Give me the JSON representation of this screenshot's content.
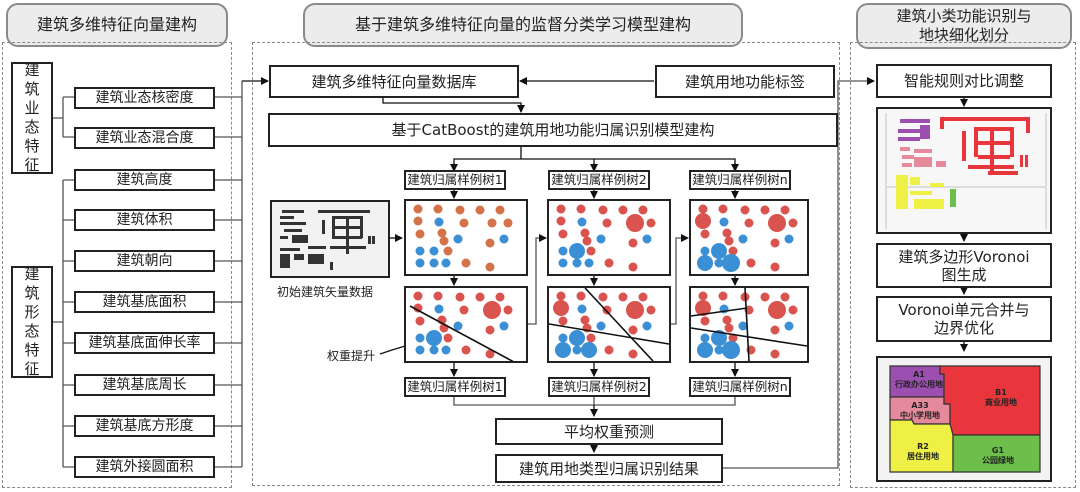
{
  "sections": {
    "left": {
      "title": "建筑多维特征向量建构"
    },
    "middle": {
      "title": "基于建筑多维特征向量的监督分类学习模型建构"
    },
    "right": {
      "title_line1": "建筑小类功能识别与",
      "title_line2": "地块细化划分"
    }
  },
  "left_panel": {
    "groups": [
      {
        "label_chars": [
          "建",
          "筑",
          "业",
          "态",
          "特",
          "征"
        ],
        "label": "建筑业态特征",
        "features": [
          "建筑业态核密度",
          "建筑业态混合度"
        ]
      },
      {
        "label_chars": [
          "建",
          "筑",
          "形",
          "态",
          "特",
          "征"
        ],
        "label": "建筑形态特征",
        "features": [
          "建筑高度",
          "建筑体积",
          "建筑朝向",
          "建筑基底面积",
          "建筑基底面伸长率",
          "建筑基底周长",
          "建筑基底方形度",
          "建筑外接圆面积"
        ]
      }
    ]
  },
  "middle_panel": {
    "database": "建筑多维特征向量数据库",
    "labels": "建筑用地功能标签",
    "model": "基于CatBoost的建筑用地功能归属识别模型建构",
    "trees_top": [
      "建筑归属样例树1",
      "建筑归属样例树2",
      "建筑归属样例树n"
    ],
    "trees_bottom": [
      "建筑归属样例树1",
      "建筑归属样例树2",
      "建筑归属样例树n"
    ],
    "initial_data_caption": "初始建筑矢量数据",
    "weight_boost_label": "权重提升",
    "average": "平均权重预测",
    "result": "建筑用地类型归属识别结果",
    "point_colors": {
      "class_a": "#d9534f",
      "class_a_first": "#d4724a",
      "class_b": "#3b8fd4"
    }
  },
  "right_panel": {
    "rule_adjust": "智能规则对比调整",
    "voronoi_gen_line1": "建筑多边形Voronoi",
    "voronoi_gen_line2": "图生成",
    "merge_line1": "Voronoi单元合并与",
    "merge_line2": "边界优化",
    "land_use": [
      {
        "code": "A1",
        "name": "行政办公用地",
        "color": "#9b4fb0"
      },
      {
        "code": "A33",
        "name": "中小学用地",
        "color": "#e58a9c"
      },
      {
        "code": "B1",
        "name": "商业用地",
        "color": "#e8363c"
      },
      {
        "code": "R2",
        "name": "居住用地",
        "color": "#eef046"
      },
      {
        "code": "G1",
        "name": "公园绿地",
        "color": "#6cbf4a"
      }
    ]
  }
}
